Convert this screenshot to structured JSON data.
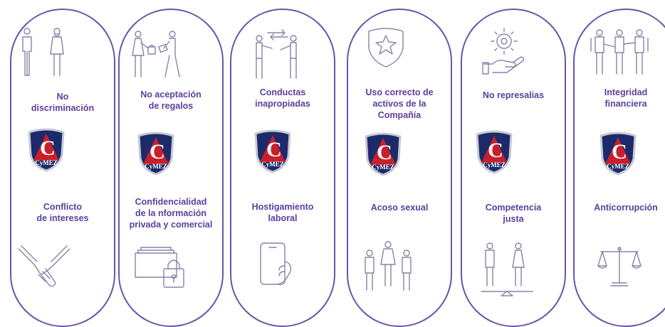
{
  "columns": [
    {
      "top_label": "No\ndiscriminación",
      "top_icon": "two-people-icon",
      "bottom_label": "Conflicto\nde intereses",
      "bottom_icon": "handshake-icon"
    },
    {
      "top_label": "No aceptación\nde regalos",
      "top_icon": "gift-exchange-icon",
      "bottom_label": "Confidencialidad\nde la nformación\nprivada y comercial",
      "bottom_icon": "locked-folders-icon"
    },
    {
      "top_label": "Conductas\ninapropiadas",
      "top_icon": "people-arguing-icon",
      "bottom_label": "Hostigamiento\nlaboral",
      "bottom_icon": "hand-phone-icon"
    },
    {
      "top_label": "Uso correcto de\nactivos de la\nCompañía",
      "top_icon": "shield-star-icon",
      "bottom_label": "Acoso sexual",
      "bottom_icon": "group-people-icon"
    },
    {
      "top_label": "No represalias",
      "top_icon": "hand-gear-icon",
      "bottom_label": "Competencia\njusta",
      "bottom_icon": "people-balance-icon"
    },
    {
      "top_label": "Integridad\nfinanciera",
      "top_icon": "group-meeting-icon",
      "bottom_label": "Anticorrupción",
      "bottom_icon": "scales-icon"
    }
  ],
  "logo": {
    "text": "CyMEZ",
    "letter": "C",
    "colors": {
      "navy": "#1c2a6b",
      "red": "#c8202a",
      "silver": "#c7c9d4",
      "white": "#ffffff"
    }
  },
  "colors": {
    "border": "#6a55a8",
    "label": "#5b3f9e",
    "icon": "#8a82a8"
  }
}
